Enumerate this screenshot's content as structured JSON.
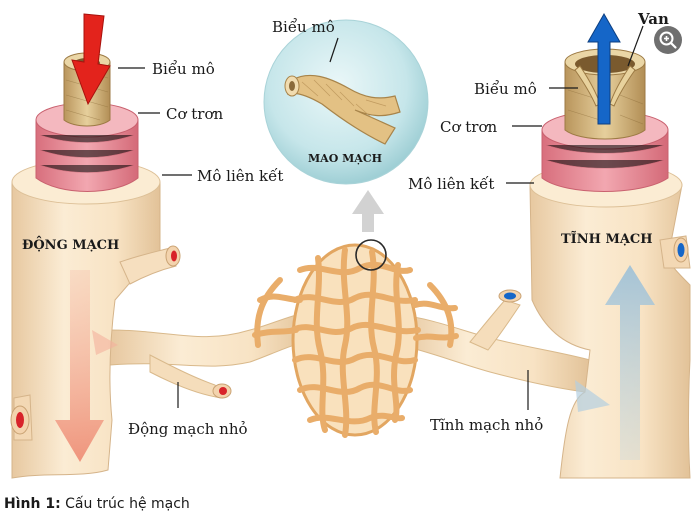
{
  "labels": {
    "left_epithelium": "Biểu mô",
    "left_smooth_muscle": "Cơ trơn",
    "left_connective": "Mô liên kết",
    "artery": "ĐỘNG MẠCH",
    "arteriole": "Động mạch nhỏ",
    "capillary_epithelium": "Biểu mô",
    "capillary": "MAO MẠCH",
    "valve": "Van",
    "right_epithelium": "Biểu mô",
    "right_smooth_muscle": "Cơ trơn",
    "right_connective": "Mô liên kết",
    "vein": "TĨNH MẠCH",
    "venule": "Tĩnh mạch nhỏ"
  },
  "caption": {
    "prefix": "Hình 1:",
    "text": " Cấu trúc hệ mạch"
  },
  "icons": {
    "zoom": "zoom-in-icon"
  },
  "colors": {
    "artery_flow": "#e3231c",
    "vein_flow": "#1566c8",
    "vessel": "#f6dfbf",
    "capillary": "#efb878",
    "muscle": "#e58a96",
    "bubble": "#bfe3e6"
  }
}
